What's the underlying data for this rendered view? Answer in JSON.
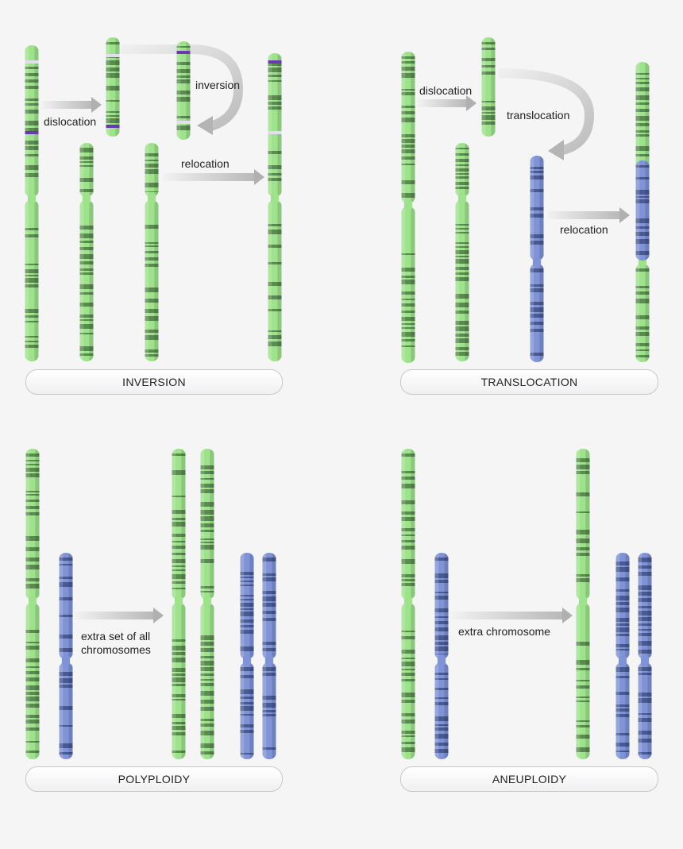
{
  "colors": {
    "background": "#f5f5f6",
    "green_chromosome": "#9ee28c",
    "green_band": "#4f7a45",
    "blue_chromosome": "#7f93d6",
    "blue_band": "#3f4f86",
    "marker_purple": "#6a38b0",
    "marker_white": "#e4dcf0",
    "arrow": "#c4c4c4"
  },
  "panels": {
    "inversion": {
      "label": "INVERSION",
      "steps": {
        "dislocation": "dislocation",
        "inversion": "inversion",
        "relocation": "relocation"
      }
    },
    "translocation": {
      "label": "TRANSLOCATION",
      "steps": {
        "dislocation": "dislocation",
        "translocation": "translocation",
        "relocation": "relocation"
      }
    },
    "polyploidy": {
      "label": "POLYPLOIDY",
      "steps": {
        "extra": "extra set of all\nchromosomes"
      }
    },
    "aneuploidy": {
      "label": "ANEUPLOIDY",
      "steps": {
        "extra": "extra chromosome"
      }
    }
  }
}
